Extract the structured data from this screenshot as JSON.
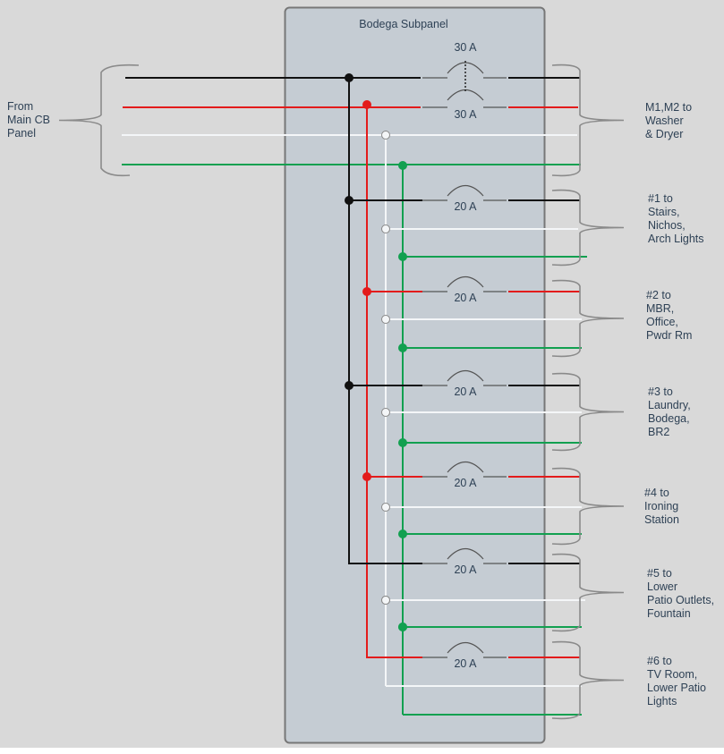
{
  "panel": {
    "title": "Bodega Subpanel"
  },
  "source": {
    "label_lines": [
      "From",
      "Main CB",
      "Panel"
    ]
  },
  "colors": {
    "hot_a": "#111111",
    "hot_b": "#e31b1b",
    "neutral": "#f4f6f8",
    "ground": "#12a050",
    "panel_fill": "#c5ccd3",
    "panel_border": "#777777",
    "background": "#d9d9d9",
    "text": "#2e4155",
    "breaker_line": "#555555"
  },
  "main_breaker": {
    "poles": [
      {
        "rating": "30 A",
        "phase": "hot_a"
      },
      {
        "rating": "30 A",
        "phase": "hot_b"
      }
    ],
    "ganged": true
  },
  "circuits": [
    {
      "id": "m1m2",
      "label_lines": [
        "M1,M2 to",
        "Washer",
        "& Dryer"
      ],
      "phase": "both",
      "rating": "30 A"
    },
    {
      "id": "c1",
      "label_lines": [
        "#1 to",
        "Stairs,",
        "Nichos,",
        "Arch Lights"
      ],
      "phase": "hot_a",
      "rating": "20 A"
    },
    {
      "id": "c2",
      "label_lines": [
        "#2 to",
        "MBR,",
        "Office,",
        "Pwdr Rm"
      ],
      "phase": "hot_b",
      "rating": "20 A"
    },
    {
      "id": "c3",
      "label_lines": [
        "#3 to",
        "Laundry,",
        "Bodega,",
        "BR2"
      ],
      "phase": "hot_a",
      "rating": "20 A"
    },
    {
      "id": "c4",
      "label_lines": [
        "#4 to",
        "Ironing",
        "Station"
      ],
      "phase": "hot_b",
      "rating": "20 A"
    },
    {
      "id": "c5",
      "label_lines": [
        "#5 to",
        "Lower",
        "Patio Outlets,",
        "Fountain"
      ],
      "phase": "hot_a",
      "rating": "20 A"
    },
    {
      "id": "c6",
      "label_lines": [
        "#6 to",
        "TV Room,",
        "Lower Patio",
        "Lights"
      ],
      "phase": "hot_b",
      "rating": "20 A"
    }
  ]
}
